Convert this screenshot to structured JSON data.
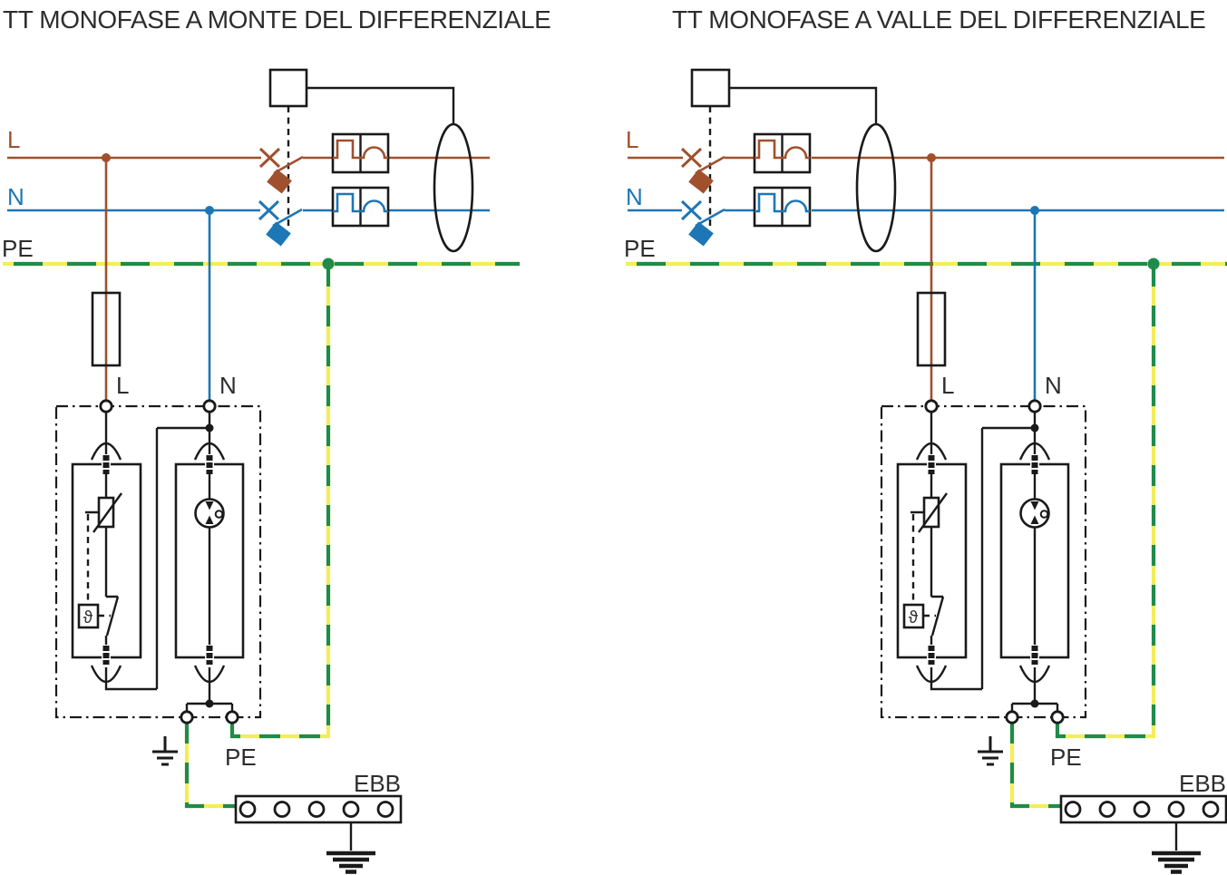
{
  "colors": {
    "line_l": "#a0502d",
    "line_n": "#1d76b5",
    "pe_yellow": "#f2ee58",
    "pe_green": "#1f8b4a",
    "black": "#1a1a1a",
    "text": "#2d2d2d"
  },
  "diagrams": [
    {
      "title": "TT MONOFASE A MONTE DEL DIFFERENZIALE",
      "bus": {
        "l": "L",
        "n": "N",
        "pe": "PE"
      },
      "spd": {
        "l": "L",
        "n": "N",
        "pe": "PE",
        "thermal": "ϑ"
      },
      "earth_bar": "EBB"
    },
    {
      "title": "TT MONOFASE A VALLE DEL DIFFERENZIALE",
      "bus": {
        "l": "L",
        "n": "N",
        "pe": "PE"
      },
      "spd": {
        "l": "L",
        "n": "N",
        "pe": "PE",
        "thermal": "ϑ"
      },
      "earth_bar": "EBB"
    }
  ]
}
